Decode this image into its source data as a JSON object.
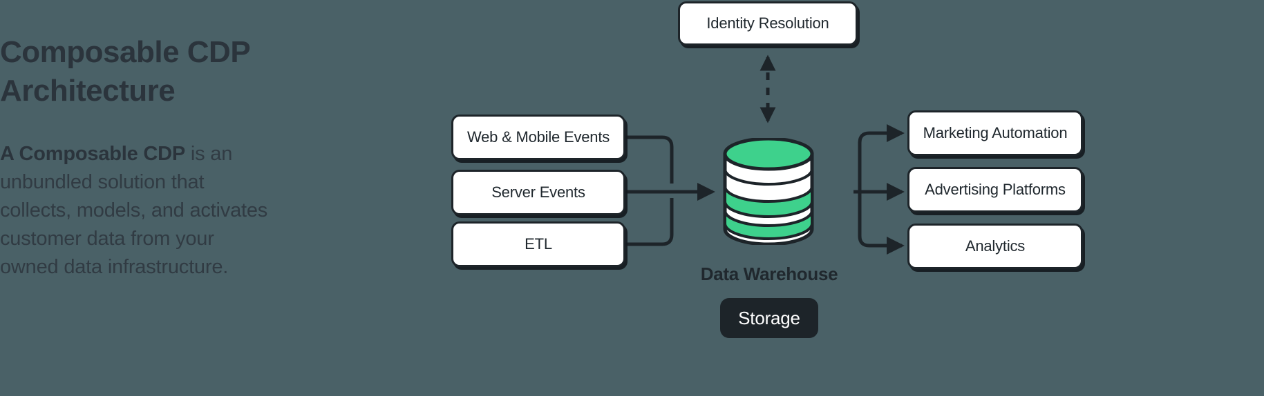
{
  "page": {
    "background_color": "#4a6167",
    "accent_green": "#3ed18c",
    "ink": "#1d2429"
  },
  "left": {
    "headline": "Composable CDP Architecture",
    "paragraph_bold": "A Composable CDP",
    "paragraph_rest": " is an unbundled solution that collects, models, and activates customer data from your owned data infrastructure."
  },
  "diagram": {
    "sources": [
      {
        "label": "Web & Mobile Events"
      },
      {
        "label": "Server Events"
      },
      {
        "label": "ETL"
      }
    ],
    "destinations": [
      {
        "label": "Marketing Automation"
      },
      {
        "label": "Advertising Platforms"
      },
      {
        "label": "Analytics"
      }
    ],
    "identity": {
      "label": "Identity Resolution"
    },
    "warehouse": {
      "label": "Data Warehouse",
      "storage_label": "Storage",
      "top_color": "#3ed18c",
      "band_color": "#3ed18c",
      "body_color": "#ffffff"
    }
  }
}
